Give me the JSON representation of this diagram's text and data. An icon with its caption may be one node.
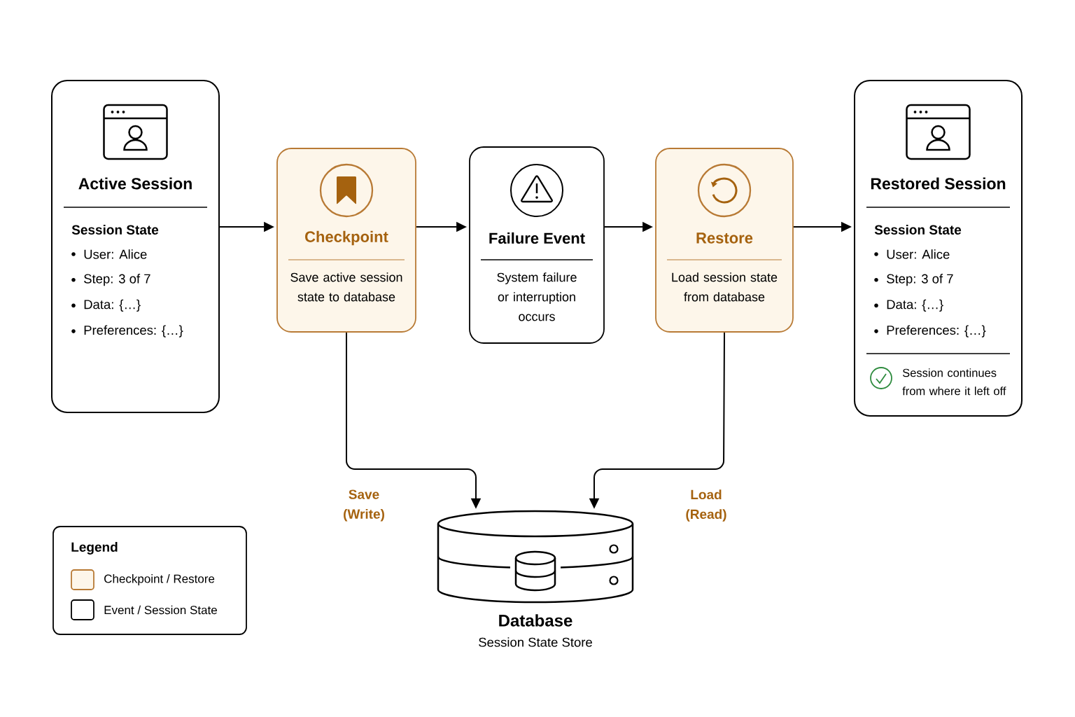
{
  "diagram": {
    "nodes": [
      {
        "text": [
          "Active Session",
          "Session State",
          "User: Alice",
          "Step: 3 of 7",
          "Data: {…}",
          "Preferences: {…}"
        ]
      },
      {
        "text": [
          "Checkpoint",
          "Save active session state to database"
        ]
      },
      {
        "text": [
          "Failure Event",
          "System failure or interruption occurs"
        ]
      },
      {
        "text": [
          "Restore",
          "Load session state from database"
        ]
      },
      {
        "text": [
          "Restored Session",
          "Session State",
          "User: Alice",
          "Step: 3 of 7",
          "Data: {…}",
          "Preferences: {…}",
          "Session continues from where it left off"
        ]
      },
      {
        "text": [
          "Database",
          "Session State Store"
        ]
      }
    ],
    "edges": [
      {
        "from": 0,
        "to": 1,
        "arrow": "to"
      },
      {
        "from": 1,
        "to": 2,
        "arrow": "to"
      },
      {
        "from": 2,
        "to": 3,
        "arrow": "to"
      },
      {
        "from": 3,
        "to": 4,
        "arrow": "to"
      },
      {
        "from": 1,
        "to": 5,
        "arrow": "to",
        "label": "Save (Write)"
      },
      {
        "from": 3,
        "to": 5,
        "arrow": "to",
        "label": "Load (Read)"
      }
    ],
    "labels": [
      "Legend"
    ],
    "legend": [
      {
        "text": "Checkpoint / Restore",
        "color": "#fdf6ea"
      },
      {
        "text": "Event / Session State"
      }
    ]
  }
}
